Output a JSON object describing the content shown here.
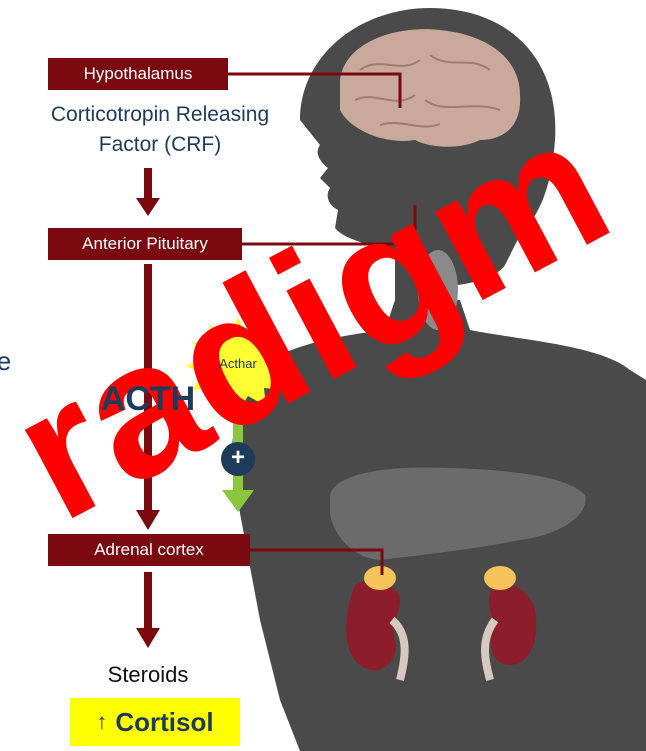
{
  "diagram": {
    "hypothalamus_label": "Hypothalamus",
    "crf_line1": "Corticotropin Releasing",
    "crf_line2": "Factor (CRF)",
    "pituitary_label": "Anterior Pituitary",
    "acthar_label": "Acthar",
    "plus_symbol": "+",
    "acth_label": "ACTH",
    "adrenal_label": "Adrenal cortex",
    "steroids_label": "Steroids",
    "cortisol_arrow": "↑",
    "cortisol_label": "Cortisol",
    "left_edge_fragment": "e"
  },
  "watermark": {
    "text": "radigm",
    "color": "#ff0000"
  },
  "colors": {
    "label_bg": "#7a0a10",
    "arrow": "#7a0a10",
    "text_blue": "#1f3b5c",
    "body_silhouette": "#4a4a4a",
    "acthar_burst": "#ffff33",
    "green_arrow": "#8cc63f",
    "cortisol_bg": "#ffff00"
  }
}
